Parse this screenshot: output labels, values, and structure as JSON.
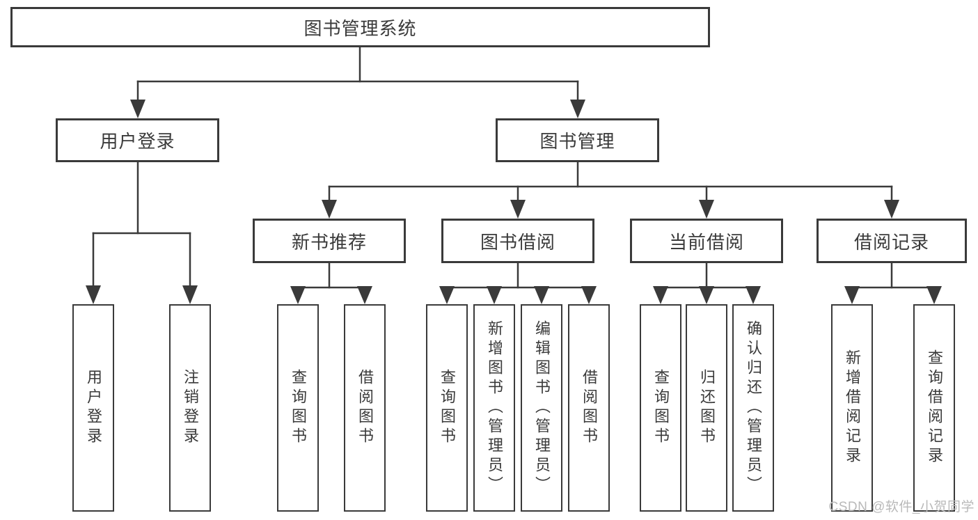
{
  "diagram": {
    "root": {
      "label": "图书管理系统"
    },
    "level1": [
      {
        "label": "用户登录"
      },
      {
        "label": "图书管理"
      }
    ],
    "level2": [
      {
        "label": "新书推荐"
      },
      {
        "label": "图书借阅"
      },
      {
        "label": "当前借阅"
      },
      {
        "label": "借阅记录"
      }
    ],
    "leaves": {
      "user_login": [
        {
          "label": "用户登录"
        },
        {
          "label": "注销登录"
        }
      ],
      "new_book_recommend": [
        {
          "label": "查询图书"
        },
        {
          "label": "借阅图书"
        }
      ],
      "book_borrow": [
        {
          "label": "查询图书"
        },
        {
          "label": "新增图书（管理员）"
        },
        {
          "label": "编辑图书（管理员）"
        },
        {
          "label": "借阅图书"
        }
      ],
      "current_borrow": [
        {
          "label": "查询图书"
        },
        {
          "label": "归还图书"
        },
        {
          "label": "确认归还（管理员）"
        }
      ],
      "borrow_records": [
        {
          "label": "新增借阅记录"
        },
        {
          "label": "查询借阅记录"
        }
      ]
    }
  },
  "watermark": {
    "text": "CSDN @软件_小贺同学"
  },
  "colors": {
    "line": "#3a3a3a",
    "text": "#3a3a3a",
    "watermark": "#b9b9b9",
    "background": "#ffffff"
  }
}
